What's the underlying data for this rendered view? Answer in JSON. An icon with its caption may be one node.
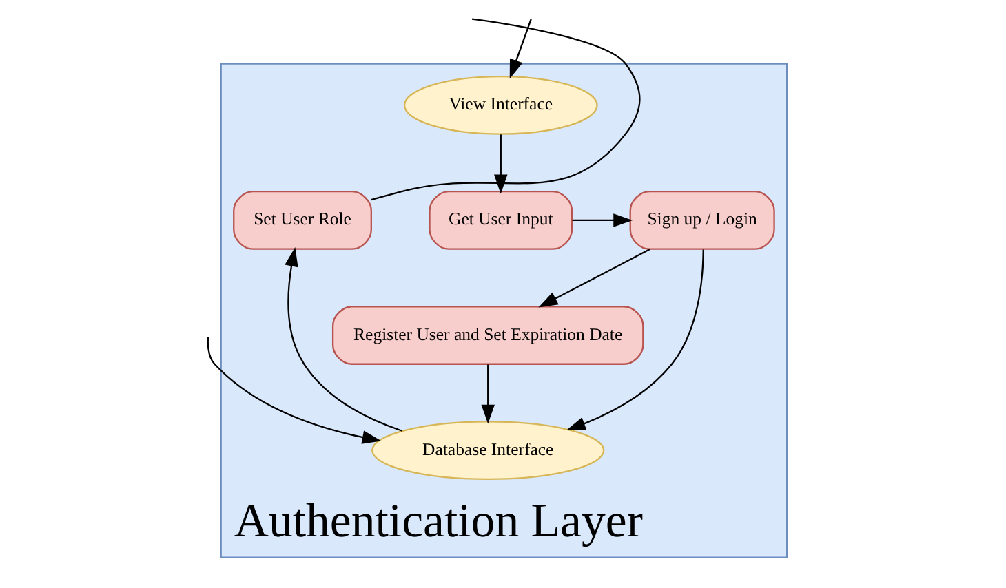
{
  "diagram": {
    "nodes": [
      {
        "text": [
          "Authentication Layer"
        ]
      },
      {
        "text": [
          "View Interface"
        ],
        "in": 0
      },
      {
        "text": [
          "Get User Input"
        ],
        "in": 0
      },
      {
        "text": [
          "Sign up / Login"
        ],
        "in": 0
      },
      {
        "text": [
          "Register User and Set Expiration Date"
        ],
        "in": 0
      },
      {
        "text": [
          "Set User Role"
        ],
        "in": 0
      },
      {
        "text": [
          "Database Interface"
        ],
        "in": 0
      }
    ],
    "edges": [
      {
        "from": null,
        "to": 1,
        "arrow": "to"
      },
      {
        "from": 1,
        "to": 2,
        "arrow": "to"
      },
      {
        "from": 2,
        "to": 3,
        "arrow": "to"
      },
      {
        "from": 3,
        "to": 4,
        "arrow": "to"
      },
      {
        "from": 3,
        "to": 6,
        "arrow": "to"
      },
      {
        "from": 4,
        "to": 6,
        "arrow": "to"
      },
      {
        "from": 6,
        "to": 5,
        "arrow": "to"
      },
      {
        "from": 5,
        "to": null,
        "arrow": "none"
      },
      {
        "from": null,
        "to": 6,
        "arrow": "to"
      }
    ]
  }
}
